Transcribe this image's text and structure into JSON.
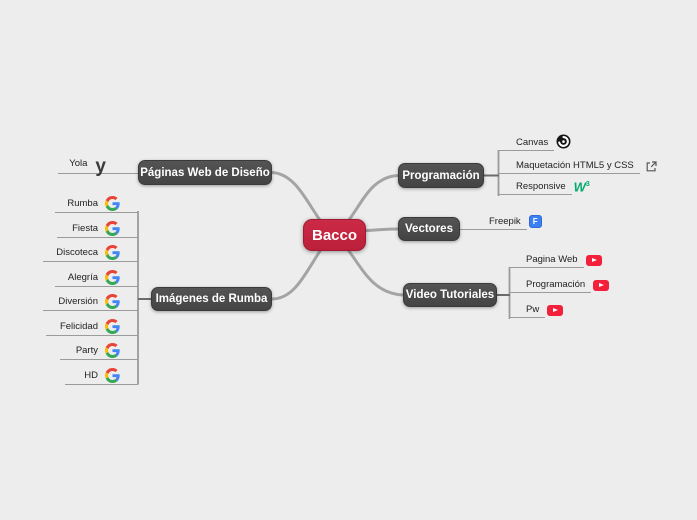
{
  "app": {
    "type": "mind-map"
  },
  "root": {
    "label": "Bacco"
  },
  "branches": {
    "paginas": {
      "label": "Páginas Web de Diseño",
      "children": [
        {
          "label": "Yola",
          "icon": "yola-icon"
        }
      ]
    },
    "imagenes": {
      "label": "Imágenes de Rumba",
      "children": [
        {
          "label": "Rumba",
          "icon": "google-icon"
        },
        {
          "label": "Fiesta",
          "icon": "google-icon"
        },
        {
          "label": "Discoteca",
          "icon": "google-icon"
        },
        {
          "label": "Alegría",
          "icon": "google-icon"
        },
        {
          "label": "Diversión",
          "icon": "google-icon"
        },
        {
          "label": "Felicidad",
          "icon": "google-icon"
        },
        {
          "label": "Party",
          "icon": "google-icon"
        },
        {
          "label": "HD",
          "icon": "google-icon"
        }
      ]
    },
    "programacion": {
      "label": "Programación",
      "children": [
        {
          "label": "Canvas",
          "icon": "canvas-site-icon"
        },
        {
          "label": "Maquetación HTML5 y CSS",
          "icon": "external-link-icon"
        },
        {
          "label": "Responsive",
          "icon": "w3schools-icon"
        }
      ]
    },
    "vectores": {
      "label": "Vectores",
      "children": [
        {
          "label": "Freepik",
          "icon": "freepik-icon"
        }
      ]
    },
    "video": {
      "label": "Video Tutoriales",
      "children": [
        {
          "label": "Pagina Web",
          "icon": "youtube-icon"
        },
        {
          "label": "Programación",
          "icon": "youtube-icon"
        },
        {
          "label": "Pw",
          "icon": "youtube-icon"
        }
      ]
    }
  },
  "icons": {
    "yola_glyph": "y",
    "freepik_glyph": "F",
    "w3_glyph": "W",
    "w3_sup": "3"
  },
  "colors": {
    "background": "#ededed",
    "root_node": "#c3223f",
    "branch_node": "#4a4a4a",
    "connector": "#a4a4a4",
    "youtube_red": "#f2203a",
    "freepik_blue": "#3b7ff2",
    "w3schools_green": "#04AA6D"
  }
}
